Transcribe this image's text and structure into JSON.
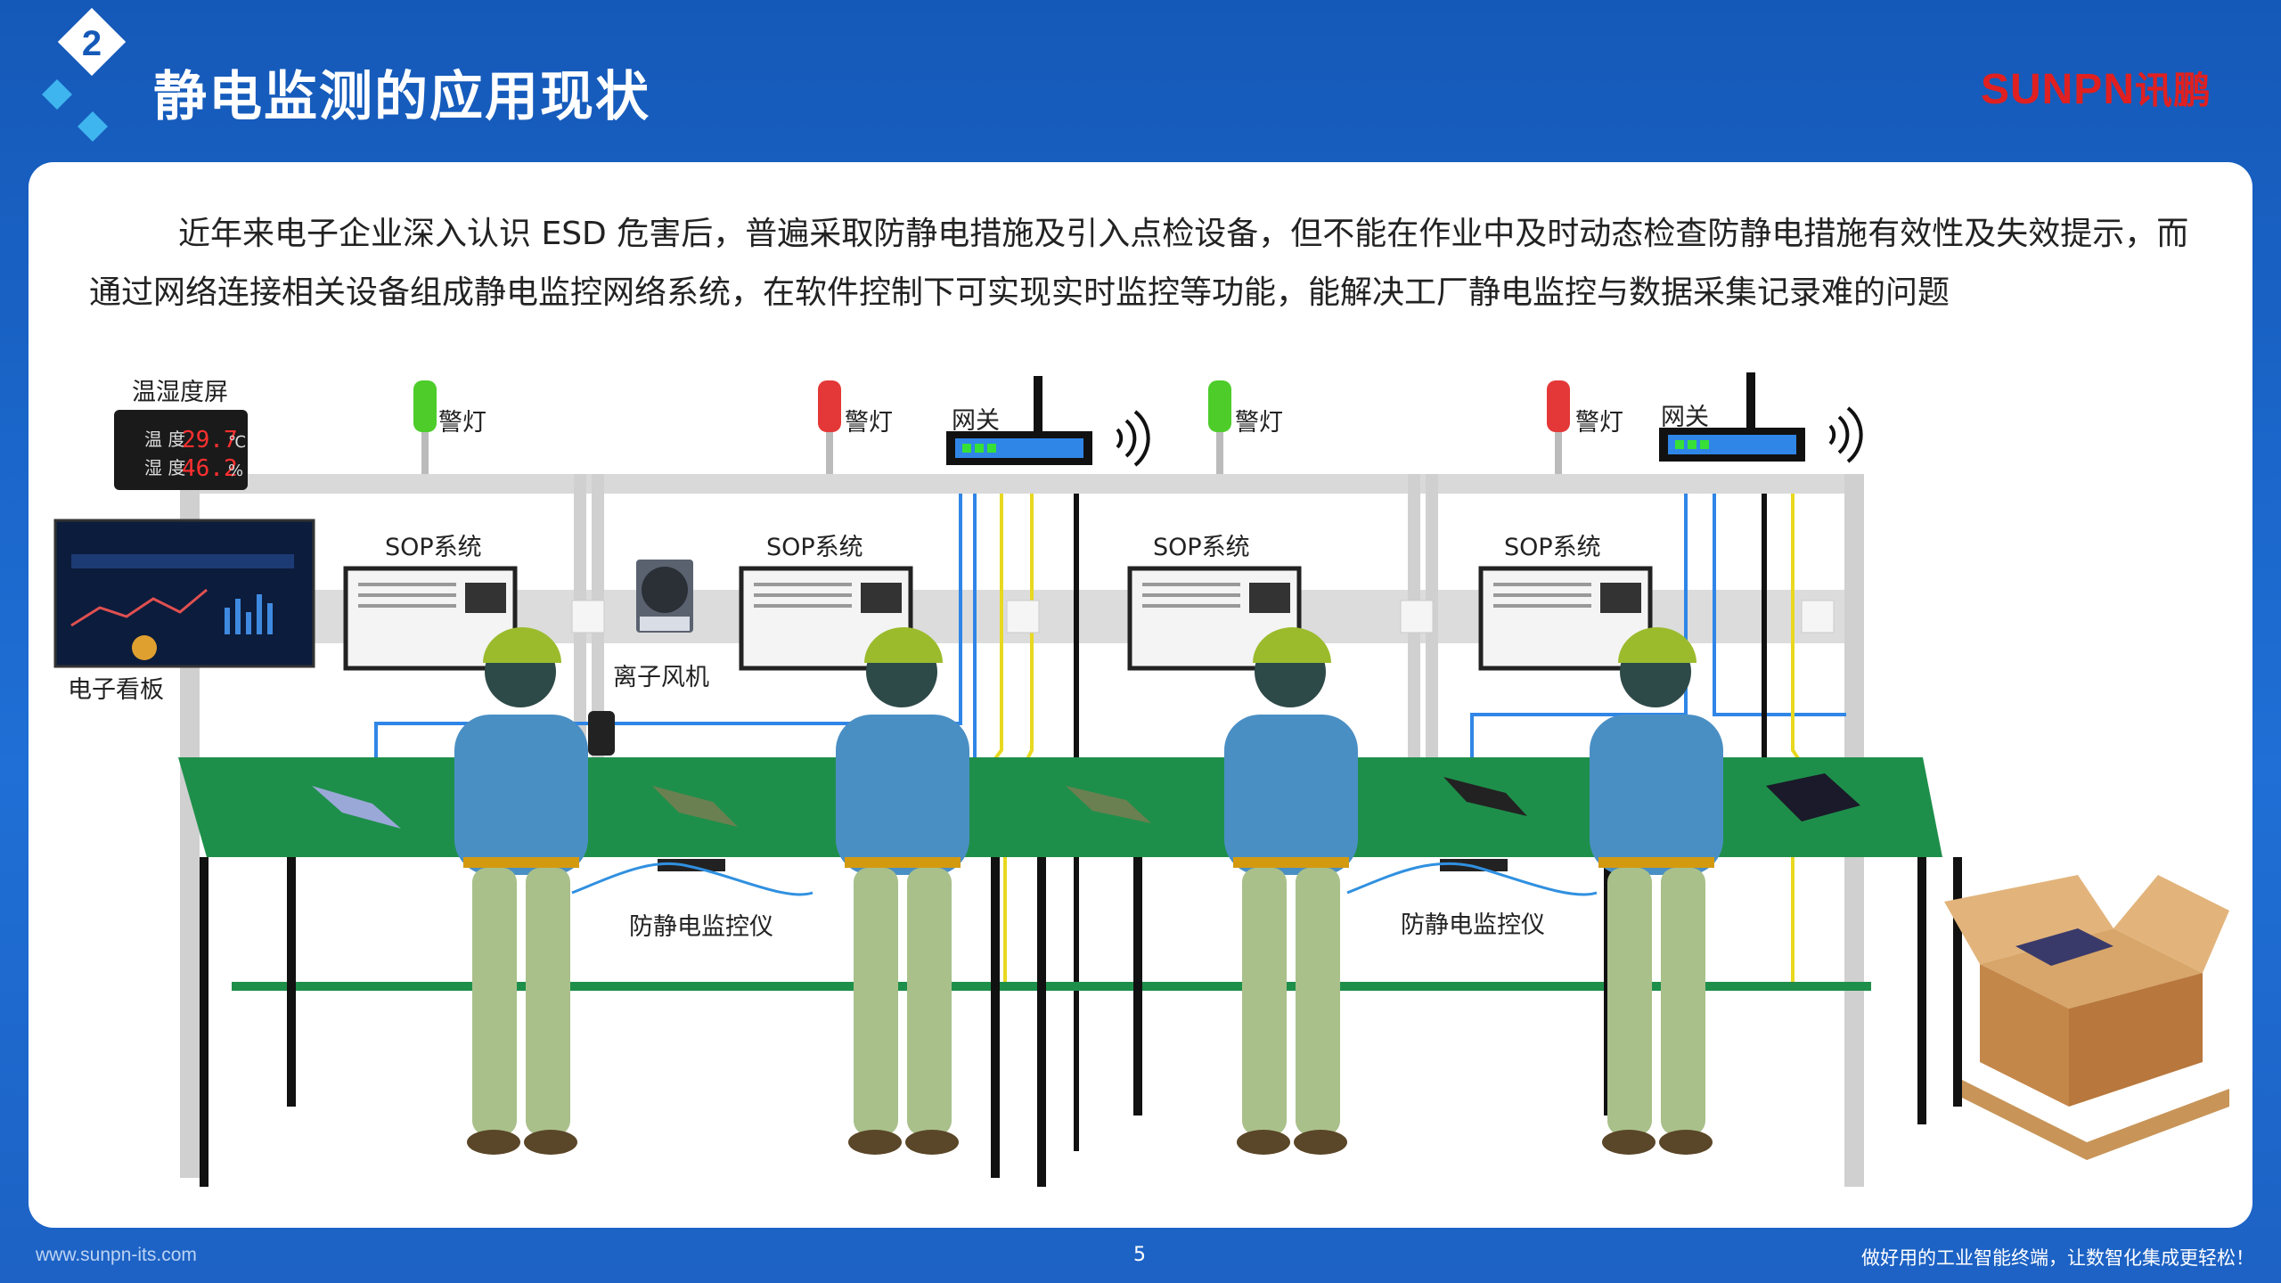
{
  "header": {
    "section_number": "2",
    "title": "静电监测的应用现状",
    "logo_en": "SUNPN",
    "logo_cn": "讯鹏"
  },
  "intro_text": "近年来电子企业深入认识 ESD 危害后，普遍采取防静电措施及引入点检设备，但不能在作业中及时动态检查防静电措施有效性及失效提示，而通过网络连接相关设备组成静电监控网络系统，在软件控制下可实现实时监控等功能，能解决工厂静电监控与数据采集记录难的问题",
  "diagram": {
    "temp_screen_label": "温湿度屏",
    "temp_value": "29.7",
    "temp_unit": "℃",
    "humidity_value": "46.2",
    "humidity_unit": "%",
    "temp_cn": "温 度",
    "humidity_cn": "湿 度",
    "kanban_label": "电子看板",
    "ionizer_label": "离子风机",
    "warning_lights": [
      "警灯",
      "警灯",
      "警灯",
      "警灯"
    ],
    "gateways": [
      "网关",
      "网关"
    ],
    "sop_labels": [
      "SOP系统",
      "SOP系统",
      "SOP系统",
      "SOP系统"
    ],
    "monitor_labels": [
      "防静电监控仪",
      "防静电监控仪"
    ]
  },
  "footer": {
    "website": "www.sunpn-its.com",
    "page_number": "5",
    "slogan": "做好用的工业智能终端，让数智化集成更轻松！"
  },
  "colors": {
    "background_blue": "#1a63c8",
    "logo_red": "#e02020",
    "table_green": "#1e8f4a",
    "worker_shirt": "#4a8fc4",
    "helmet": "#9bbb2c"
  }
}
